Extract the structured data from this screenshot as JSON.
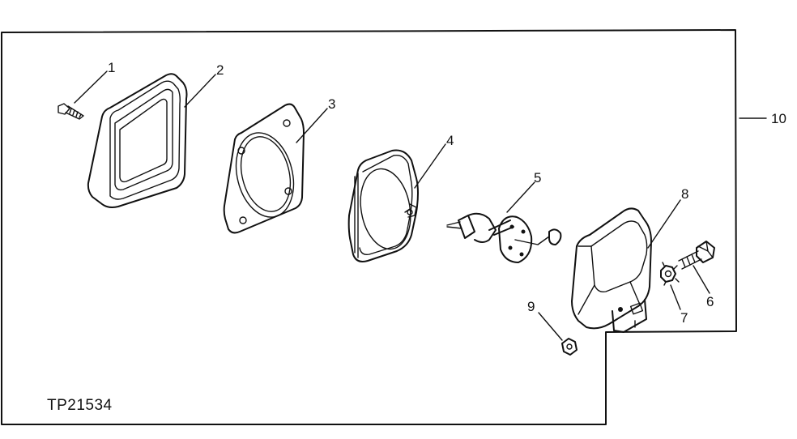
{
  "diagram": {
    "reference_code": "TP21534",
    "callouts": [
      "1",
      "2",
      "3",
      "4",
      "5",
      "6",
      "7",
      "8",
      "9",
      "10"
    ]
  }
}
